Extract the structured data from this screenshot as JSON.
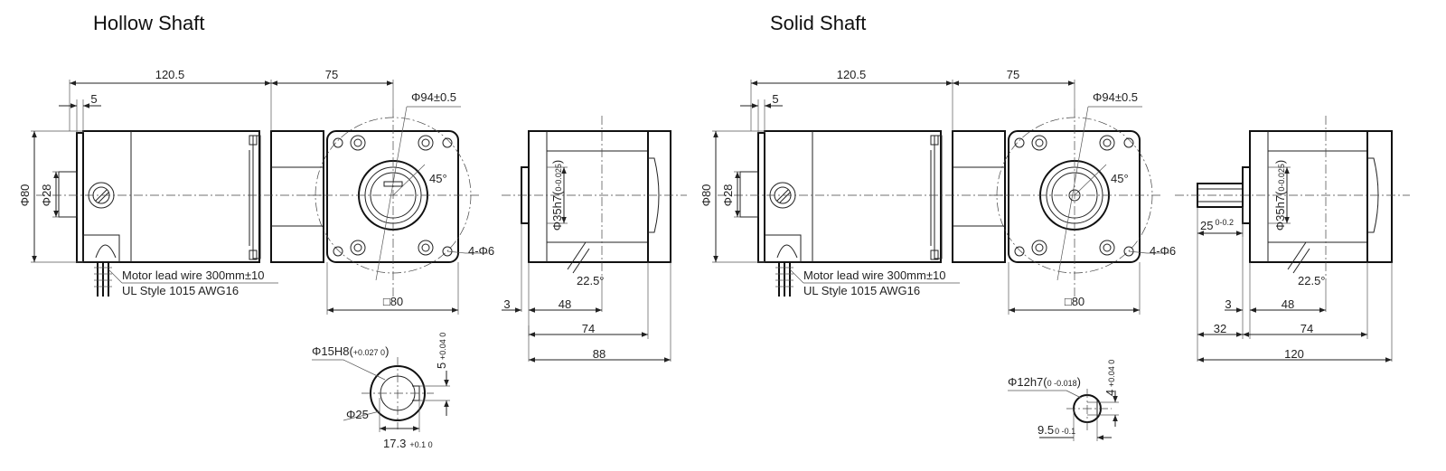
{
  "titles": {
    "hollow": "Hollow Shaft",
    "solid": "Solid Shaft"
  },
  "colors": {
    "line": "#222222",
    "background": "#ffffff"
  },
  "hollow": {
    "motor_length": "120.5",
    "gear_length": "75",
    "flange": "5",
    "body_dia": "Φ80",
    "pilot_dia": "Φ28",
    "bolt_circle": "Φ94±0.5",
    "angle_45": "45°",
    "mount_holes": "4-Φ6",
    "square": "□80",
    "wire_1": "Motor lead wire 300mm±10",
    "wire_2": "UL Style 1015 AWG16",
    "bore_fit": "Φ35h7(",
    "bore_tol": "0-0.025",
    "angle_22": "22.5°",
    "offset_3": "3",
    "dim_48": "48",
    "dim_74": "74",
    "dim_total": "88",
    "detail_bore": "Φ15H8(",
    "detail_bore_tol": "+0.027 0",
    "detail_key": "5",
    "detail_key_tol": "+0.04 0",
    "detail_outer": "Φ25",
    "detail_depth": "17.3",
    "detail_depth_tol": "+0.1 0"
  },
  "solid": {
    "motor_length": "120.5",
    "gear_length": "75",
    "flange": "5",
    "body_dia": "Φ80",
    "pilot_dia": "Φ28",
    "bolt_circle": "Φ94±0.5",
    "angle_45": "45°",
    "mount_holes": "4-Φ6",
    "square": "□80",
    "wire_1": "Motor lead wire 300mm±10",
    "wire_2": "UL Style 1015 AWG16",
    "bore_fit": "Φ35h7(",
    "bore_tol": "0-0.025",
    "angle_22": "22.5°",
    "shaft_len": "25",
    "shaft_len_tol": "0-0.2",
    "offset_3": "3",
    "dim_32": "32",
    "dim_48": "48",
    "dim_74": "74",
    "dim_total": "120",
    "detail_shaft": "Φ12h7(",
    "detail_shaft_tol": "0 -0.018",
    "detail_key": "4",
    "detail_key_tol": "+0.04 0",
    "detail_flat": "9.5",
    "detail_flat_tol": "0 -0.1"
  }
}
